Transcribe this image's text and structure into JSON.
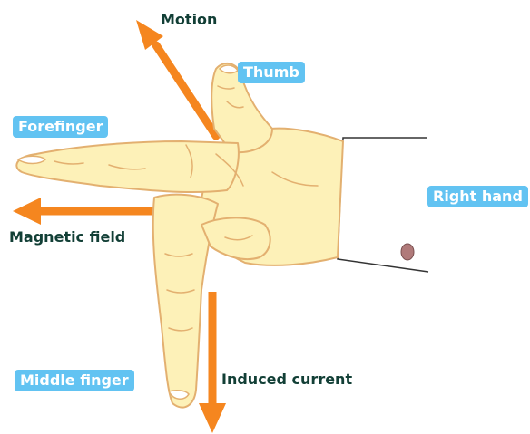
{
  "labels": {
    "motion": "Motion",
    "thumb": "Thumb",
    "forefinger": "Forefinger",
    "magnetic_field": "Magnetic field",
    "right_hand": "Right hand",
    "middle_finger": "Middle finger",
    "induced_current": "Induced current"
  },
  "colors": {
    "arrow": "#f5861f",
    "skin": "#fdf1b8",
    "skin_outline": "#e3b070",
    "label_bg": "#62c3f2",
    "label_text": "#ffffff",
    "dark_text": "#123f36",
    "cuff_outline": "#333333",
    "button": "#b07a7a"
  }
}
